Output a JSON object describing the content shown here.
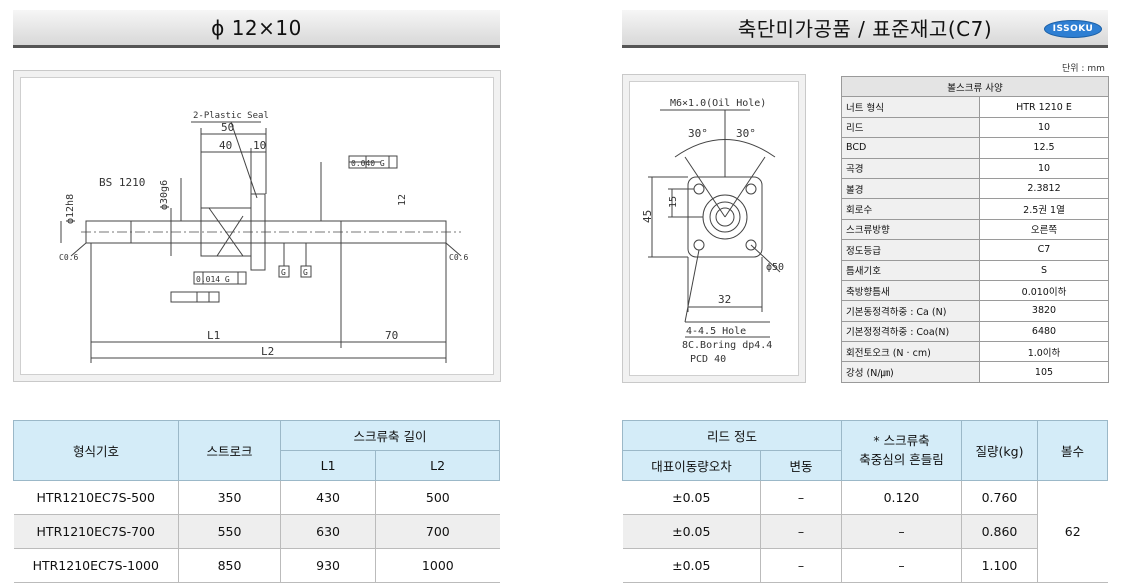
{
  "left_header": {
    "title": "ϕ 12×10"
  },
  "right_header": {
    "title": "축단미가공품 / 표준재고(C7)",
    "logo": "ISSOKU"
  },
  "drawing_left": {
    "labels": {
      "seal": "2-Plastic Seal",
      "dim50": "50",
      "dim40": "40",
      "dim10": "10",
      "bs": "BS 1210",
      "phi30": "ϕ30g6",
      "phi12": "ϕ12h8",
      "flat": "0.040 G",
      "perp": "0.014 G",
      "g1": "G",
      "g2": "G",
      "l1": "L1",
      "l2": "L2",
      "dim70": "70",
      "c1": "C0.6",
      "c2": "C0.6",
      "twelve": "12"
    }
  },
  "drawing_right": {
    "labels": {
      "oil": "M6×1.0(Oil Hole)",
      "a30l": "30°",
      "a30r": "30°",
      "d15": "15",
      "d45": "45",
      "phi50": "ϕ50",
      "d32": "32",
      "hole": "4-4.5 Hole",
      "bore": "8C.Boring dp4.4",
      "pcd": "PCD 40"
    }
  },
  "unit_note": "단위 : mm",
  "spec_table": {
    "title": "볼스크류 사양",
    "rows": [
      {
        "k": "너트 형식",
        "v": "HTR 1210 E"
      },
      {
        "k": "리드",
        "v": "10"
      },
      {
        "k": "BCD",
        "v": "12.5"
      },
      {
        "k": "곡경",
        "v": "10"
      },
      {
        "k": "볼경",
        "v": "2.3812"
      },
      {
        "k": "회로수",
        "v": "2.5권 1열"
      },
      {
        "k": "스크류방향",
        "v": "오른쪽"
      },
      {
        "k": "정도등급",
        "v": "C7"
      },
      {
        "k": "틈새기호",
        "v": "S"
      },
      {
        "k": "축방향틈새",
        "v": "0.010이하"
      },
      {
        "k": "기본동정격하중 : Ca (N)",
        "v": "3820"
      },
      {
        "k": "기본정정격하중 : Coa(N)",
        "v": "6480"
      },
      {
        "k": "회전토오크 (N · cm)",
        "v": "1.0이하"
      },
      {
        "k": "강성 (N/㎛)",
        "v": "105"
      }
    ]
  },
  "left_table": {
    "h_model": "형식기호",
    "h_stroke": "스트로크",
    "h_len": "스크류축 길이",
    "h_l1": "L1",
    "h_l2": "L2",
    "rows": [
      {
        "model": "HTR1210EC7S-500",
        "stroke": "350",
        "l1": "430",
        "l2": "500"
      },
      {
        "model": "HTR1210EC7S-700",
        "stroke": "550",
        "l1": "630",
        "l2": "700"
      },
      {
        "model": "HTR1210EC7S-1000",
        "stroke": "850",
        "l1": "930",
        "l2": "1000"
      }
    ]
  },
  "right_table": {
    "h_lead": "리드 정도",
    "h_runout": "* 스크류축\n축중심의 흔들림",
    "h_mass": "질량(kg)",
    "h_nut": "볼수",
    "h_err": "대표이동량오차",
    "h_var": "변동",
    "rows": [
      {
        "err": "±0.05",
        "var": "–",
        "runout": "0.120",
        "mass": "0.760"
      },
      {
        "err": "±0.05",
        "var": "–",
        "runout": "–",
        "mass": "0.860"
      },
      {
        "err": "±0.05",
        "var": "–",
        "runout": "–",
        "mass": "1.100"
      }
    ],
    "balls": "62"
  }
}
